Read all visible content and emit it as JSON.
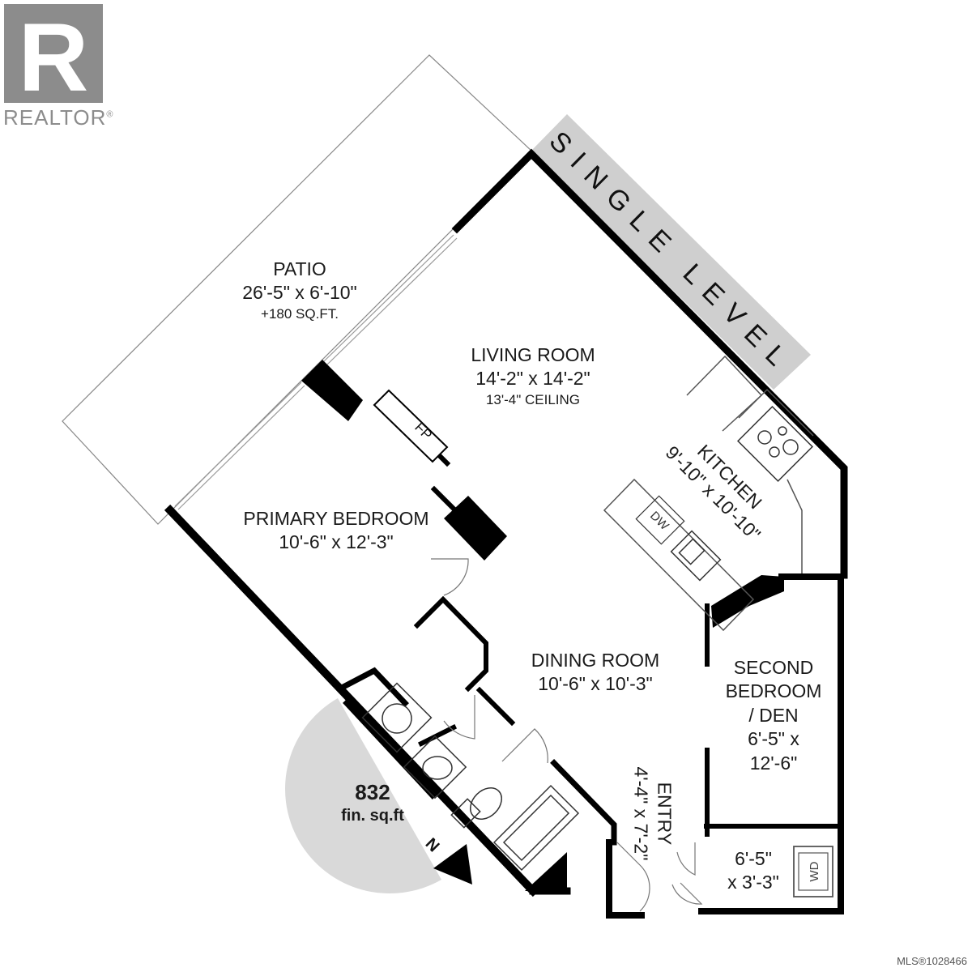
{
  "logo": {
    "brand": "REALTOR",
    "mark": "R",
    "registered": "®"
  },
  "banner": {
    "text": "SINGLE LEVEL",
    "fill": "#cfcfcf"
  },
  "rooms": {
    "patio": {
      "name": "PATIO",
      "size": "26'-5\" x 6'-10\"",
      "extra": "+180 SQ.FT."
    },
    "living": {
      "name": "LIVING ROOM",
      "size": "14'-2\" x 14'-2\"",
      "extra": "13'-4\" CEILING"
    },
    "kitchen": {
      "name": "KITCHEN",
      "size": "9'-10\" x 10'-10\""
    },
    "primary": {
      "name": "PRIMARY BEDROOM",
      "size": "10'-6\" x 12'-3\""
    },
    "dining": {
      "name": "DINING ROOM",
      "size": "10'-6\" x 10'-3\""
    },
    "second": {
      "line1": "SECOND",
      "line2": "BEDROOM",
      "line3": "/ DEN",
      "line4": "6'-5\" x",
      "line5": "12'-6\""
    },
    "entry": {
      "name": "ENTRY",
      "size": "4'-4\" x 7'-2\""
    },
    "laundry": {
      "size1": "6'-5\"",
      "size2": "x 3'-3\""
    }
  },
  "fixtures": {
    "fireplace": "FP",
    "dishwasher": "DW",
    "washer_dryer": "WD"
  },
  "area_badge": {
    "value": "832",
    "unit": "fin. sq.ft",
    "fill": "#d9d9d9"
  },
  "north": {
    "letter": "N"
  },
  "mls": "MLS®1028466"
}
